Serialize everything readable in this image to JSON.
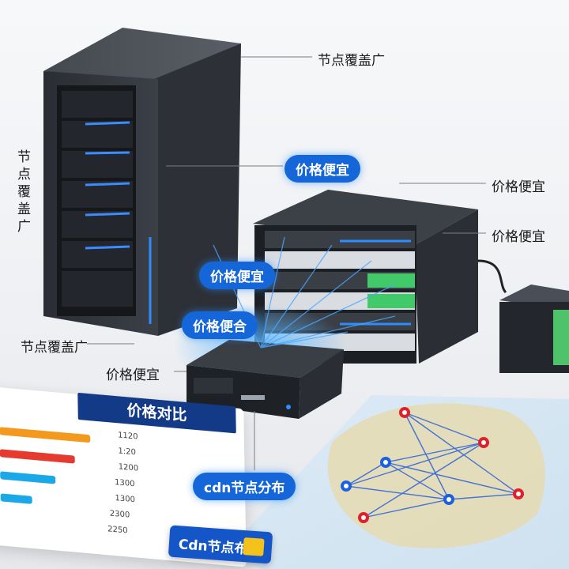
{
  "callouts": {
    "top_right": "节点覆盖广",
    "vertical": "节点覆盖广",
    "tower_bottom": "节点覆盖广",
    "rack_right_1": "价格便宜",
    "rack_right_2": "价格便宜",
    "minipc": "价格便宜"
  },
  "pills": {
    "p1": "价格便宜",
    "p2": "价格便宜",
    "p3": "价格便合",
    "p4": "cdn节点分布"
  },
  "price_card": {
    "title": "价格对比",
    "values": [
      "1120",
      "1:20",
      "1200",
      "1300",
      "1300",
      "2300",
      "2250"
    ]
  },
  "badge_text": "Cdn节点布",
  "colors": {
    "accent_blue": "#1566d8",
    "card_title": "#133a86",
    "orange": "#f39a1e",
    "red": "#e6392f",
    "cyan": "#1aa8e8",
    "node_red": "#e0202a",
    "node_blue": "#1c5fe0"
  }
}
